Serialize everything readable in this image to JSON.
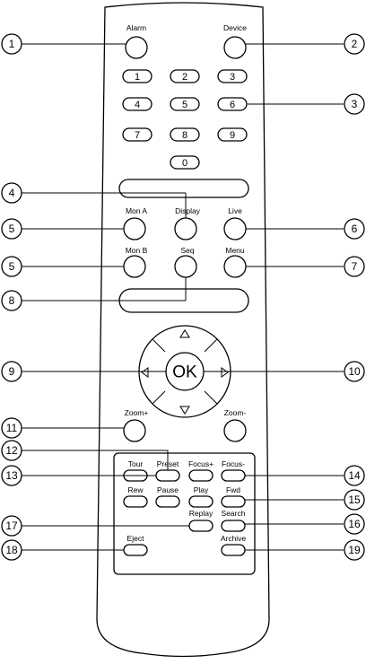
{
  "top_buttons": {
    "alarm_label": "Alarm",
    "device_label": "Device"
  },
  "keypad": [
    "1",
    "2",
    "3",
    "4",
    "5",
    "6",
    "7",
    "8",
    "9",
    "0"
  ],
  "row1": {
    "mon_a": "Mon A",
    "display": "Display",
    "live": "Live"
  },
  "row2": {
    "mon_b": "Mon B",
    "seq": "Seq",
    "menu": "Menu"
  },
  "ok_label": "OK",
  "zoom": {
    "plus": "Zoom+",
    "minus": "Zoom-"
  },
  "lower_panel": {
    "row1": [
      "Tour",
      "Preset",
      "Focus+",
      "Focus-"
    ],
    "row2": [
      "Rew",
      "Pause",
      "Play",
      "Fwd"
    ],
    "replay": "Replay",
    "search": "Search",
    "eject": "Eject",
    "archive": "Archive"
  },
  "callouts": [
    "1",
    "2",
    "3",
    "4",
    "5",
    "6",
    "5",
    "7",
    "8",
    "9",
    "10",
    "11",
    "12",
    "13",
    "14",
    "15",
    "16",
    "17",
    "18",
    "19"
  ]
}
